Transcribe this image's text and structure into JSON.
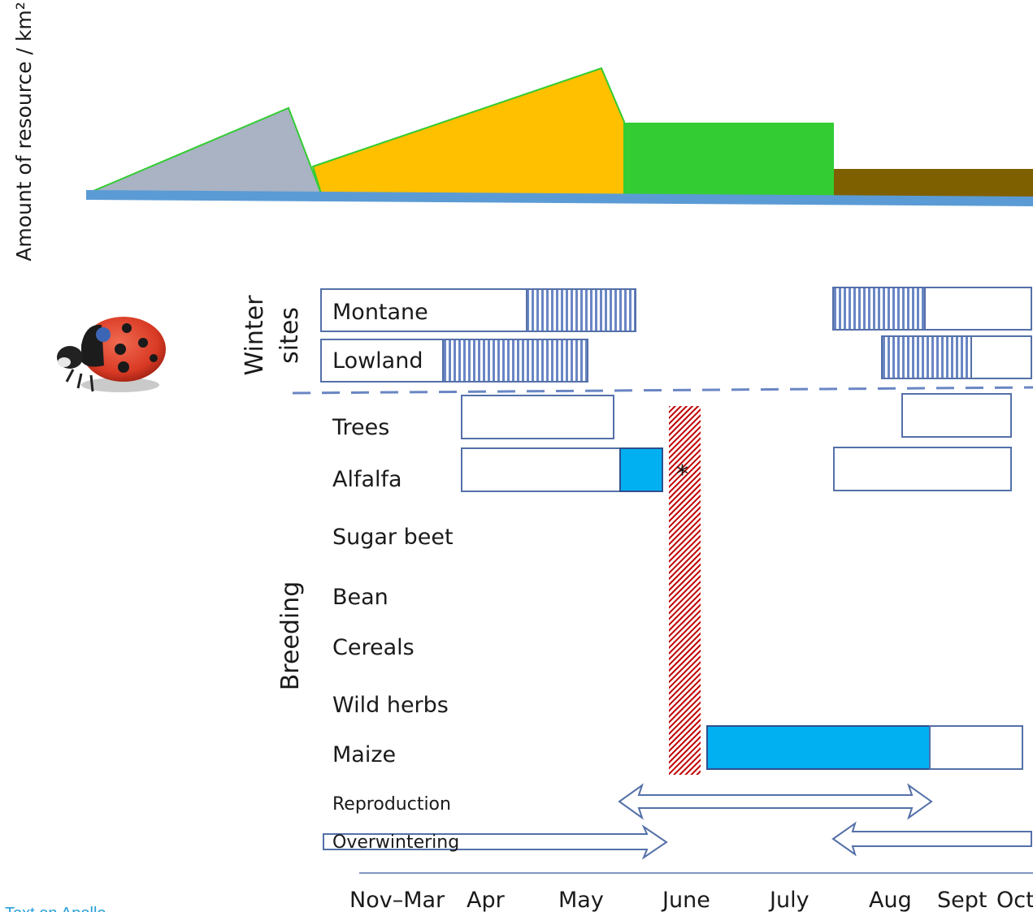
{
  "y_axis_label": "Amount of resource / km²",
  "groups": {
    "winter": {
      "line1": "Winter",
      "line2": "sites"
    },
    "breeding": "Breeding"
  },
  "habitats": {
    "montane": "Montane",
    "lowland": "Lowland",
    "trees": "Trees",
    "alfalfa": "Alfalfa",
    "sugar_beet": "Sugar beet",
    "bean": "Bean",
    "cereals": "Cereals",
    "wild_herbs": "Wild herbs",
    "maize": "Maize"
  },
  "phases": {
    "reproduction": "Reproduction",
    "overwintering": "Overwintering"
  },
  "marker": "*",
  "months": [
    "Nov–Mar",
    "Apr",
    "May",
    "June",
    "July",
    "Aug",
    "Sept",
    "Oct"
  ],
  "footer_text": "Text on Apollo",
  "colors": {
    "gray_area": "#a9b3c3",
    "orange_area": "#ffc000",
    "green_area": "#33cc33",
    "brown_area": "#7f6000",
    "baseline": "#5b9bd5",
    "box_border": "#5470a8",
    "hatch": "#6a86c4",
    "active_fill": "#00b0f0",
    "red_hatch": "#c00000"
  }
}
